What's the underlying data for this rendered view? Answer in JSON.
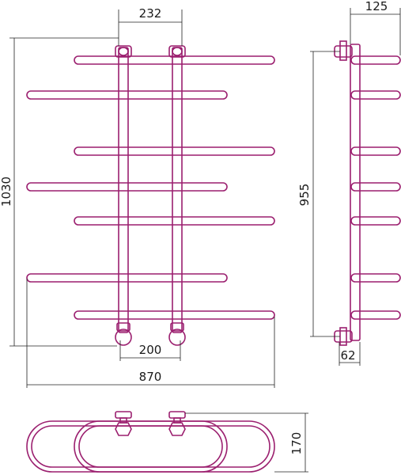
{
  "dimensions": {
    "top_pipe_spacing": "232",
    "side_depth": "125",
    "total_height": "1030",
    "side_height": "955",
    "bottom_pipe_spacing": "200",
    "side_offset": "62",
    "total_width": "870",
    "bottom_depth": "170"
  },
  "colors": {
    "rail": "#9b1f6f",
    "dimension": "#222222"
  }
}
